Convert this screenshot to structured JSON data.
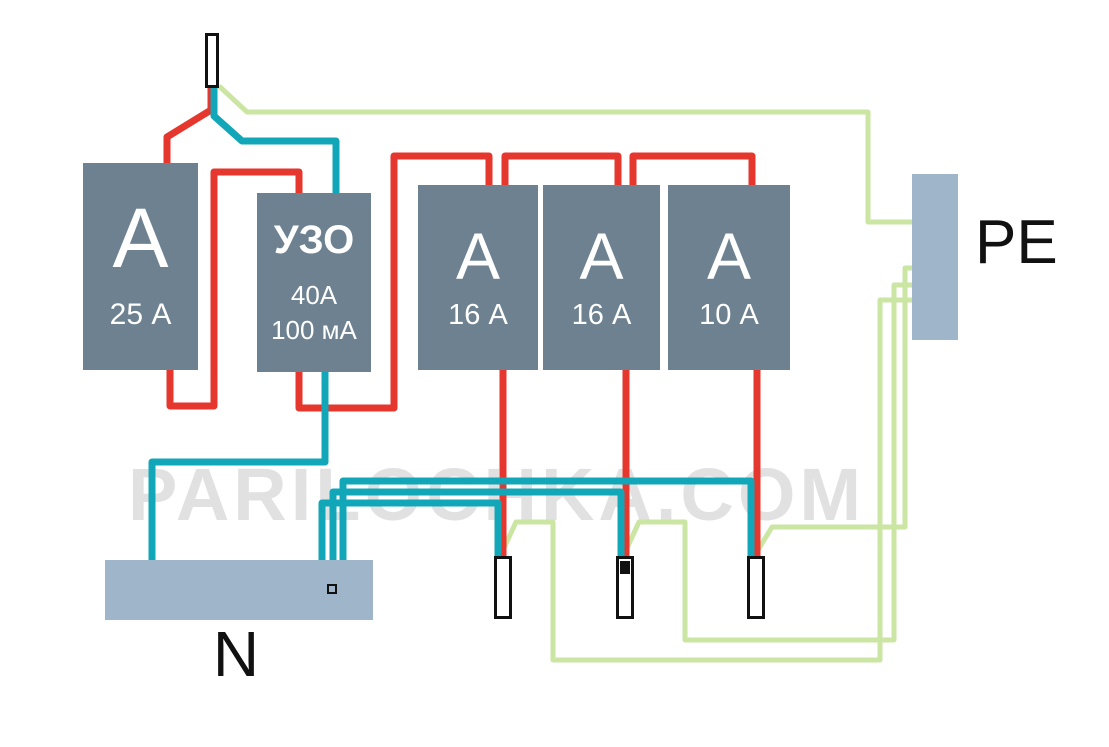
{
  "diagram": {
    "watermark": "PARILOCHKA.COM",
    "colors": {
      "phase_wire": "#e6372e",
      "neutral_wire": "#12a7b8",
      "earth_wire": "#cbe6a3",
      "device_fill": "#6d8190",
      "bus_fill": "#9fb6ca",
      "device_text": "#ffffff",
      "watermark_text": "#c9c9c9"
    },
    "devices": {
      "main_breaker": {
        "label": "А",
        "rating": "25 А"
      },
      "rcd": {
        "title": "УЗО",
        "rating": "40А",
        "leakage": "100 мА"
      },
      "breaker1": {
        "label": "А",
        "rating": "16 А"
      },
      "breaker2": {
        "label": "А",
        "rating": "16 А"
      },
      "breaker3": {
        "label": "А",
        "rating": "10 А"
      }
    },
    "buses": {
      "neutral": {
        "label": "N"
      },
      "earth": {
        "label": "PE"
      }
    }
  }
}
